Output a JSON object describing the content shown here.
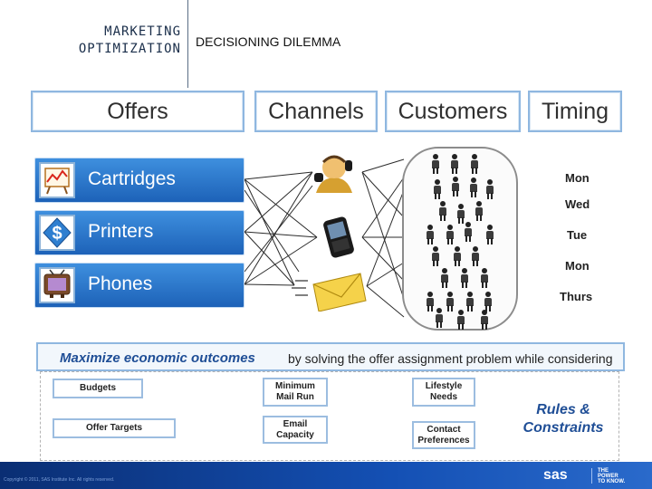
{
  "header": {
    "section_line1": "MARKETING",
    "section_line2": "OPTIMIZATION",
    "title": "DECISIONING DILEMMA"
  },
  "columns": {
    "offers": "Offers",
    "channels": "Channels",
    "customers": "Customers",
    "timing": "Timing"
  },
  "offers": [
    {
      "label": "Cartridges",
      "icon": "chart-easel-icon"
    },
    {
      "label": "Printers",
      "icon": "dollar-icon"
    },
    {
      "label": "Phones",
      "icon": "tv-icon"
    }
  ],
  "channels": [
    {
      "icon": "call-center-agent-icon"
    },
    {
      "icon": "mobile-phone-icon"
    },
    {
      "icon": "email-envelope-icon"
    }
  ],
  "timing": [
    "Mon",
    "Wed",
    "Tue",
    "Mon",
    "Thurs"
  ],
  "banner": {
    "emphasis": "Maximize economic outcomes",
    "rest": "by solving the offer assignment problem while considering"
  },
  "constraints": {
    "budgets": "Budgets",
    "offer_targets": "Offer Targets",
    "minimum_mail_run": "Minimum Mail Run",
    "email_capacity": "Email Capacity",
    "lifestyle_needs": "Lifestyle Needs",
    "contact_preferences": "Contact Preferences",
    "rules_line1": "Rules &",
    "rules_line2": "Constraints"
  },
  "footer": {
    "copyright": "Copyright © 2011, SAS Institute Inc. All rights reserved.",
    "logo": "sas",
    "tagline_1": "THE",
    "tagline_2": "POWER",
    "tagline_3": "TO KNOW."
  },
  "colors": {
    "accent_blue": "#1f4e96",
    "offer_bar": "#2a74cc",
    "footer": "#0a2e73"
  }
}
